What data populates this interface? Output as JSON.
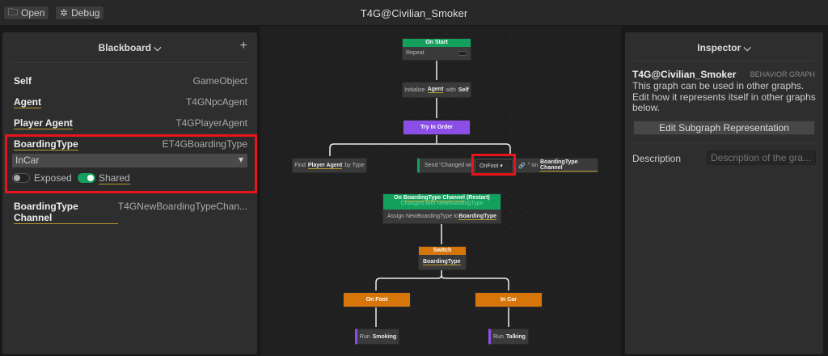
{
  "window": {
    "title": "T4G@Civilian_Smoker",
    "open_label": "Open",
    "debug_label": "Debug"
  },
  "blackboard": {
    "title": "Blackboard",
    "add": "+",
    "vars": [
      {
        "name": "Self",
        "type": "GameObject"
      },
      {
        "name": "Agent",
        "type": "T4GNpcAgent"
      },
      {
        "name": "Player Agent",
        "type": "T4GPlayerAgent"
      },
      {
        "name": "BoardingType",
        "type": "ET4GBoardingType"
      },
      {
        "name": "BoardingType Channel",
        "type": "T4GNewBoardingTypeChan..."
      }
    ],
    "boarding_value": "InCar",
    "exposed_label": "Exposed",
    "exposed": false,
    "shared_label": "Shared",
    "shared": true
  },
  "graph": {
    "on_start": {
      "title": "On Start",
      "repeat_label": "Repeat",
      "repeat": false
    },
    "init": {
      "a": "Initialize",
      "b": "Agent",
      "c": "with",
      "d": "Self"
    },
    "try": "Try In Order",
    "find": {
      "a": "Find",
      "b": "Player Agent",
      "c": "by Type"
    },
    "send": {
      "a": "Send \"Changed wi",
      "value": "OnFoot",
      "c": "\" on",
      "d": "BoardingType Channel"
    },
    "channel": {
      "title_a": "On",
      "title_b": "BoardingType Channel",
      "title_c": "(Restart)",
      "sub": "Changed with NewBoardingType",
      "assign": "Assign NewBoardingType to",
      "target": "BoardingType"
    },
    "switch": {
      "title": "Switch",
      "var": "BoardingType"
    },
    "on_foot": "On Foot",
    "in_car": "In Car",
    "run1": {
      "a": "Run",
      "b": "Smoking"
    },
    "run2": {
      "a": "Run",
      "b": "Talking"
    }
  },
  "inspector": {
    "title": "Inspector",
    "name": "T4G@Civilian_Smoker",
    "kind": "BEHAVIOR GRAPH",
    "desc": "This graph can be used in other graphs. Edit how it represents itself in other graphs below.",
    "edit_btn": "Edit Subgraph Representation",
    "desc_label": "Description",
    "desc_placeholder": "Description of the gra..."
  },
  "colors": {
    "green": "#12a05c",
    "purple": "#8b4fe8",
    "orange": "#d6760a",
    "highlight": "#e8141c"
  }
}
